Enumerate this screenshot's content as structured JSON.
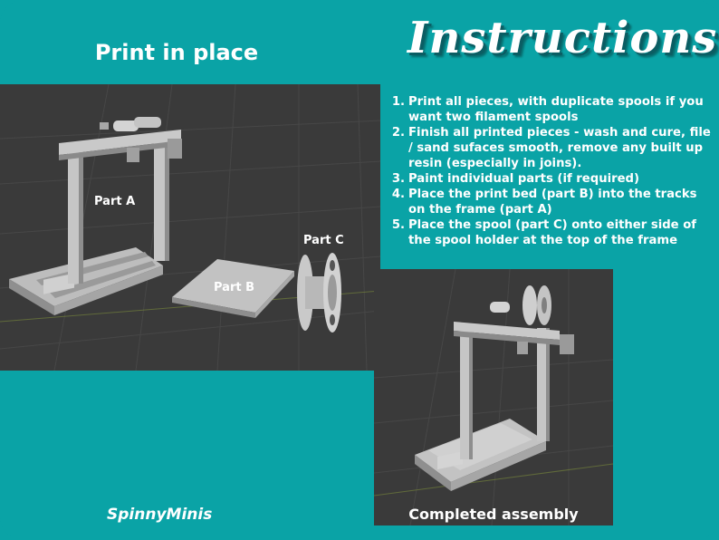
{
  "left_heading": "Print in place",
  "title": "Instructions",
  "parts": {
    "a": "Part A",
    "b": "Part B",
    "c": "Part C"
  },
  "steps": [
    {
      "num": "1.",
      "text": "Print all pieces, with duplicate spools if you want two filament spools"
    },
    {
      "num": "2.",
      "text": "Finish all printed pieces - wash and cure, file / sand sufaces smooth, remove any built up resin (especially in joins)."
    },
    {
      "num": "3.",
      "text": "Paint individual parts (if required)"
    },
    {
      "num": "4.",
      "text": "Place the print bed (part B) into the tracks on the frame (part A)"
    },
    {
      "num": "5.",
      "text": "Place the spool (part C) onto either side of the spool holder at the top of the frame"
    }
  ],
  "brand": "SpinnyMinis",
  "caption": "Completed assembly"
}
